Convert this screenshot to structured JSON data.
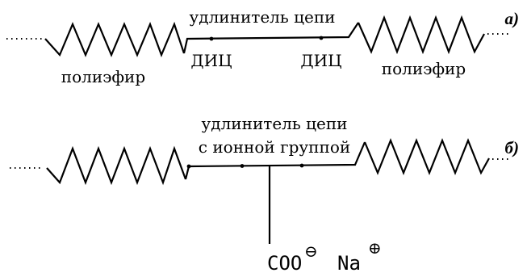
{
  "panel_a": {
    "letter": "а)",
    "extender_label": "удлинитель цепи",
    "left_link_label": "ДИЦ",
    "right_link_label": "ДИЦ",
    "left_segment_label": "полиэфир",
    "right_segment_label": "полиэфир"
  },
  "panel_b": {
    "letter": "б)",
    "extender_label_line1": "удлинитель цепи",
    "extender_label_line2": "с ионной группой",
    "carboxylate_label": "COO",
    "carboxylate_charge": "⊖",
    "counterion_label": "Na",
    "counterion_charge": "⊕"
  }
}
